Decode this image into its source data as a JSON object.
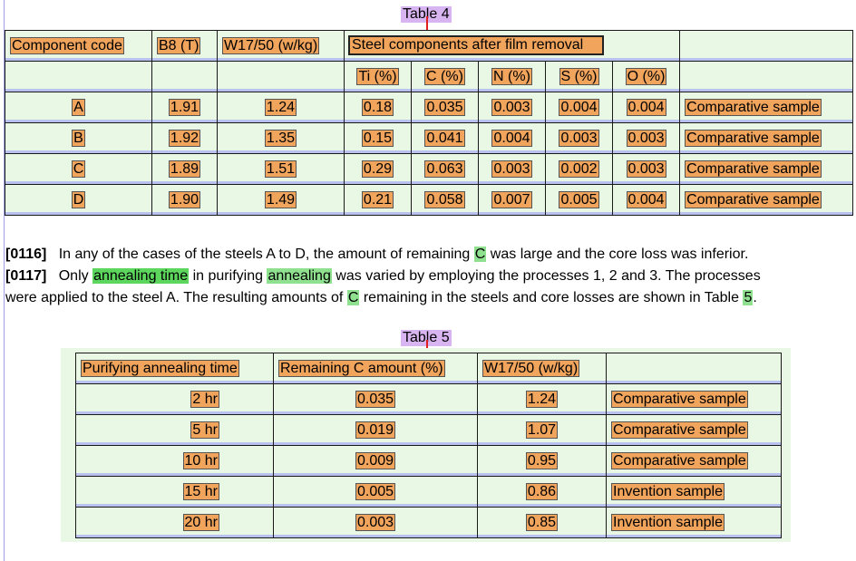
{
  "table4": {
    "caption": "Table 4",
    "headers": {
      "component_code": "Component code",
      "b8": "B8 (T)",
      "w1750": "W17/50 (w/kg)",
      "steel_components": "Steel components after film removal",
      "ti": "Ti (%)",
      "c": "C (%)",
      "n": "N (%)",
      "s": "S (%)",
      "o": "O (%)"
    },
    "rows": [
      [
        "A",
        "1.91",
        "1.24",
        "0.18",
        "0.035",
        "0.003",
        "0.004",
        "0.004",
        "Comparative sample"
      ],
      [
        "B",
        "1.92",
        "1.35",
        "0.15",
        "0.041",
        "0.004",
        "0.003",
        "0.003",
        "Comparative sample"
      ],
      [
        "C",
        "1.89",
        "1.51",
        "0.29",
        "0.063",
        "0.003",
        "0.002",
        "0.003",
        "Comparative sample"
      ],
      [
        "D",
        "1.90",
        "1.49",
        "0.21",
        "0.058",
        "0.007",
        "0.005",
        "0.004",
        "Comparative sample"
      ]
    ]
  },
  "paragraphs": {
    "p116_num": "[0116]",
    "p116_a": "In any of the cases of the steels A to D, the amount of remaining",
    "p116_c": "C",
    "p116_b": "was large and the core loss was inferior.",
    "p117_num": "[0117]",
    "p117_a": "Only",
    "p117_ann_time": "annealing time",
    "p117_b": "in purifying",
    "p117_ann": "annealing",
    "p117_c": "was varied by employing the processes 1, 2 and 3. The processes",
    "p117_d": "were applied to the steel A. The resulting amounts of",
    "p117_cc": "C",
    "p117_e": "remaining in the steels and core losses are shown in Table",
    "p117_five": "5",
    "p117_end": "."
  },
  "table5": {
    "caption": "Table 5",
    "headers": {
      "time": "Purifying annealing time",
      "remaining_c": "Remaining C amount (%)",
      "w1750": "W17/50 (w/kg)"
    },
    "rows": [
      [
        "2 hr",
        "0.035",
        "1.24",
        "Comparative sample"
      ],
      [
        "5 hr",
        "0.019",
        "1.07",
        "Comparative sample"
      ],
      [
        "10 hr",
        "0.009",
        "0.95",
        "Comparative sample"
      ],
      [
        "15 hr",
        "0.005",
        "0.86",
        "Invention sample"
      ],
      [
        "20 hr",
        "0.003",
        "0.85",
        "Invention sample"
      ]
    ]
  },
  "colors": {
    "token_highlight": "#f0a45c",
    "caption_highlight": "#d8b4f0",
    "table_background": "#e9f8e4",
    "keyword_highlight": "#8fe08f"
  }
}
